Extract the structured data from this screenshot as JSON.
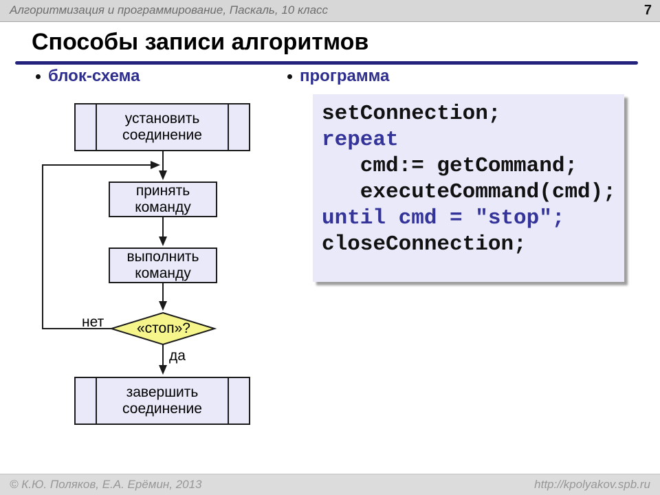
{
  "header": {
    "course_title": "Алгоритмизация и программирование, Паскаль, 10 класс",
    "slide_number": "7"
  },
  "title": "Способы записи алгоритмов",
  "bullets": {
    "left": "блок-схема",
    "right": "программа"
  },
  "flowchart": {
    "nodes": [
      {
        "type": "predefined-process",
        "line1": "установить",
        "line2": "соединение"
      },
      {
        "type": "process",
        "line1": "принять",
        "line2": "команду"
      },
      {
        "type": "process",
        "line1": "выполнить",
        "line2": "команду"
      },
      {
        "type": "decision",
        "label": "«стоп»?"
      },
      {
        "type": "predefined-process",
        "line1": "завершить",
        "line2": "соединение"
      }
    ],
    "edge_labels": {
      "no": "нет",
      "yes": "да"
    }
  },
  "code": {
    "lines": [
      {
        "text": "setConnection;",
        "style": "plain"
      },
      {
        "text": "repeat",
        "style": "keyword"
      },
      {
        "text": "   cmd:= getCommand;",
        "style": "plain"
      },
      {
        "text": "   executeCommand(cmd);",
        "style": "plain"
      },
      {
        "text": "",
        "style": "plain"
      },
      {
        "text": "until cmd = \"stop\";",
        "style": "keyword"
      },
      {
        "text": "closeConnection;",
        "style": "plain"
      }
    ]
  },
  "footer": {
    "copyright": "© К.Ю. Поляков, Е.А. Ерёмин, 2013",
    "url": "http://kpolyakov.spb.ru"
  },
  "colors": {
    "accent_navy": "#23237d",
    "keyword_navy": "#333399",
    "panel_lavender": "#e9e9f9",
    "diamond_yellow": "#f5f58c",
    "header_gray": "#d7d7d7"
  }
}
